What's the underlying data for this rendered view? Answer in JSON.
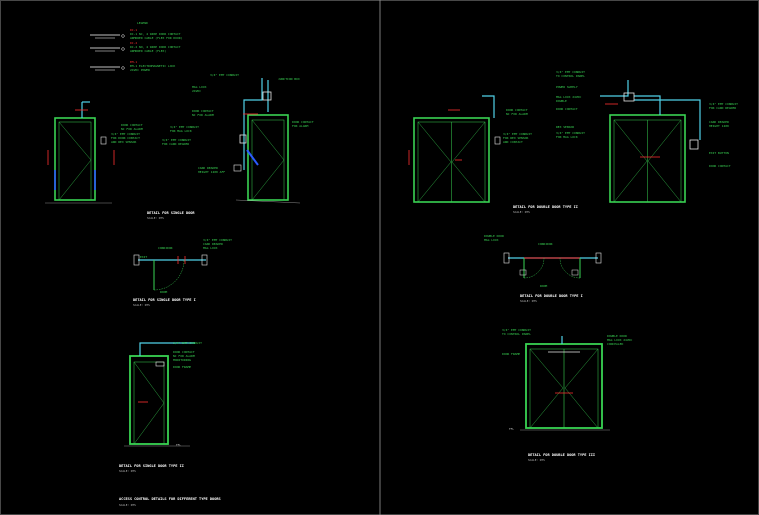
{
  "legend": {
    "heading": "LEGEND",
    "items": [
      {
        "code": "DC-1",
        "lines": [
          "DC-1 NC, 4 WIRE DOOR CONTACT",
          "ARMORED CABLE (FLEX FOR DOOR)"
        ]
      },
      {
        "code": "DC-2",
        "lines": [
          "DC-2 NO, 4 WIRE DOOR CONTACT",
          "ARMORED CABLE (FLEX)"
        ]
      },
      {
        "code": "EM-1",
        "lines": [
          "EM-1 ELECTROMAGNETIC LOCK",
          "24VDC POWER"
        ]
      }
    ]
  },
  "details": [
    {
      "title": "DETAIL FOR SINGLE DOOR",
      "scale": "SCALE: NTS",
      "kind": "single-elev"
    },
    {
      "title": "DETAIL FOR DOUBLE DOOR TYPE II",
      "scale": "SCALE: NTS",
      "kind": "double-elev"
    },
    {
      "title": "DETAIL FOR SINGLE DOOR TYPE I",
      "scale": "SCALE: NTS",
      "kind": "single-plan"
    },
    {
      "title": "DETAIL FOR DOUBLE DOOR TYPE I",
      "scale": "SCALE: NTS",
      "kind": "double-plan"
    },
    {
      "title": "DETAIL FOR SINGLE DOOR TYPE II",
      "scale": "SCALE: NTS",
      "kind": "single-elev2"
    },
    {
      "title": "DETAIL FOR DOUBLE DOOR TYPE III",
      "scale": "SCALE: NTS",
      "kind": "double-elev2"
    }
  ],
  "sheet_title": {
    "text": "ACCESS CONTROL DETAILS FOR DIFFERENT TYPE DOORS",
    "scale": "SCALE: NTS"
  },
  "notes": {
    "conduit": "3/4\" EMT CONDUIT",
    "junction": "JUNCTION BOX",
    "mag_lock": "MAG LOCK",
    "door_contact": "DOOR CONTACT",
    "rex": "REX SENSOR",
    "card_reader": "CARD READER",
    "power": "POWER SUPPLY",
    "frame": "DOOR FRAME",
    "finished_floor": "FFL"
  },
  "colors": {
    "door": "#39d353",
    "conduit": "#4fd1e8",
    "device": "#e8e8e8",
    "dim": "#ff3030",
    "blue": "#2b5bff",
    "divider": "#9a9a9a"
  }
}
